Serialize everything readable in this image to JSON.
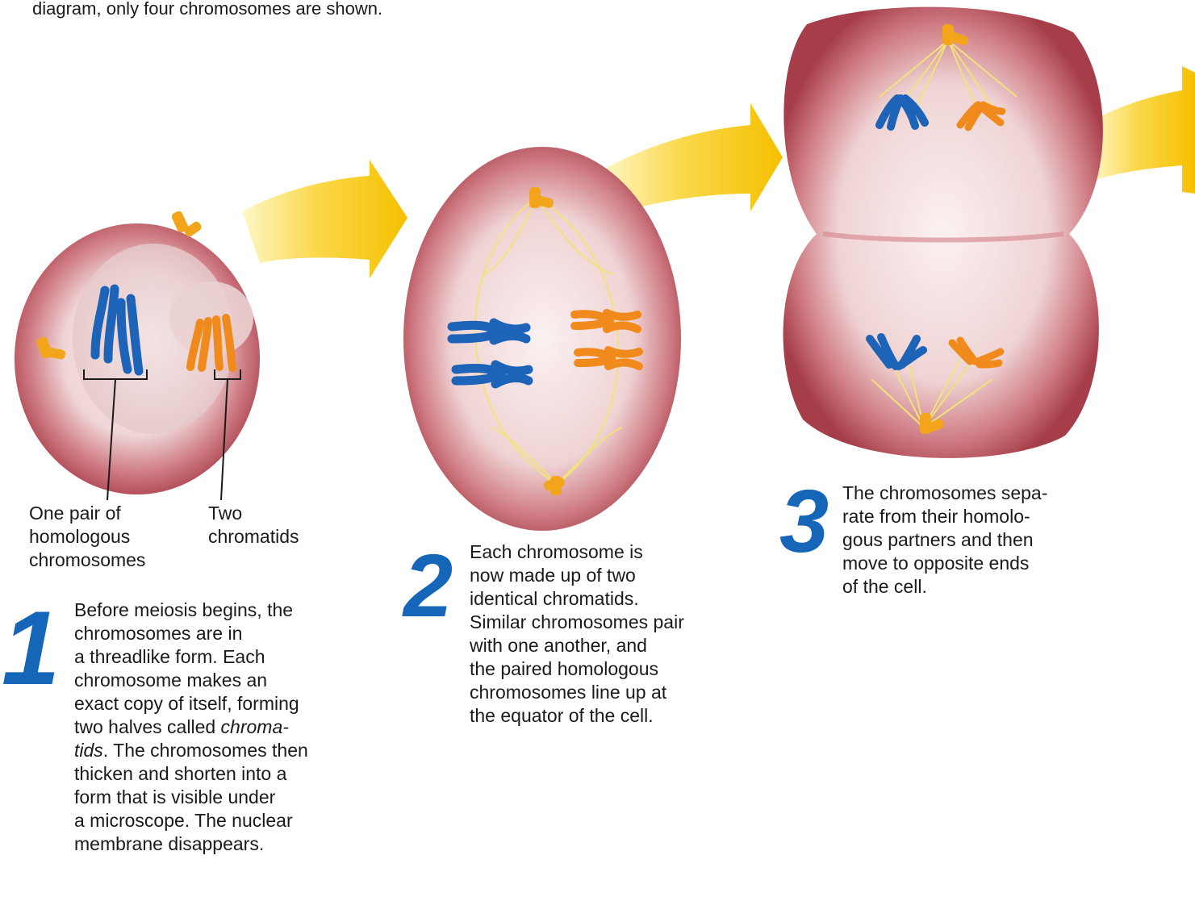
{
  "intro": {
    "caption_fragment": "diagram, only four chromosomes are shown."
  },
  "labels": {
    "pair": [
      "One pair of",
      "homologous",
      "chromosomes"
    ],
    "chromatids": [
      "Two",
      "chromatids"
    ]
  },
  "steps": [
    {
      "number": "1",
      "lines": [
        "Before meiosis begins, the",
        "chromosomes are in",
        "a threadlike form. Each",
        "chromosome makes an",
        "exact copy of itself, forming",
        "two halves called ",
        "chroma-",
        "tids",
        ". The chromosomes then",
        "thicken and shorten into a",
        "form that is visible under",
        "a microscope. The nuclear",
        "membrane disappears."
      ]
    },
    {
      "number": "2",
      "lines": [
        "Each chromosome is",
        "now made up of two",
        "identical chromatids.",
        "Similar chromosomes pair",
        "with one another, and",
        "the paired homologous",
        "chromosomes line up at",
        "the equator of the cell."
      ]
    },
    {
      "number": "3",
      "lines": [
        "The chromosomes sepa-",
        "rate from their homolo-",
        "gous partners and then",
        "move to opposite ends",
        "of the cell."
      ]
    }
  ],
  "colors": {
    "cell_rim": "#b94a55",
    "cell_inner": "#f6e4e4",
    "arrow": "#f7c400",
    "chromosome_blue": "#1d63b8",
    "chromosome_orange": "#f08a1c",
    "centriole": "#f2a51a",
    "spindle": "#f2e27a",
    "step_number": "#1565b8"
  }
}
